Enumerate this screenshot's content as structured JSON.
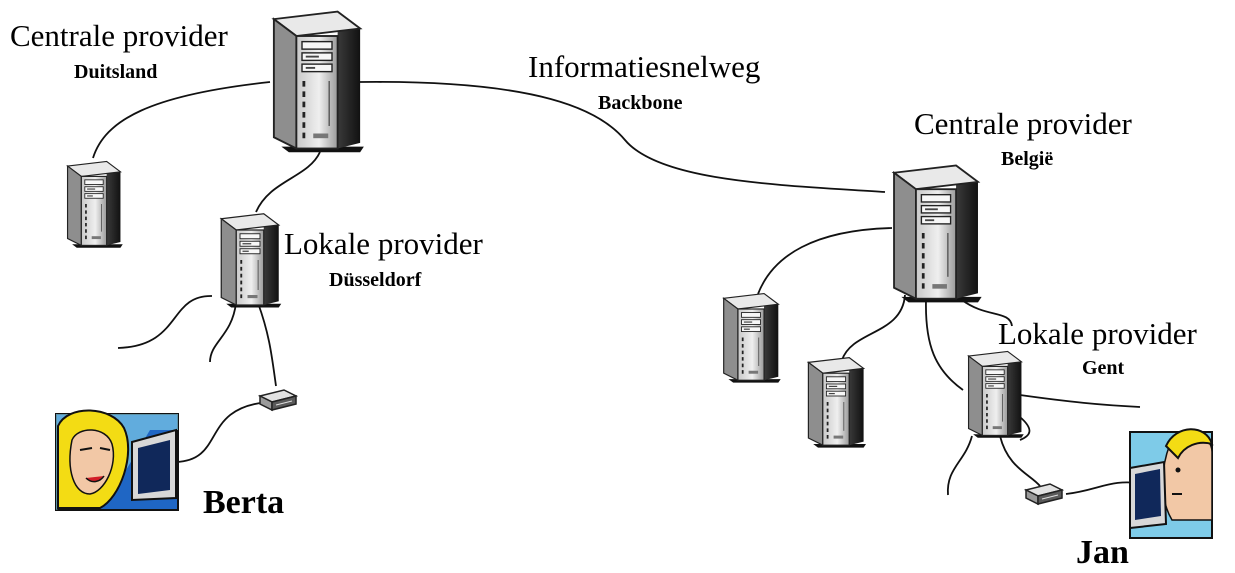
{
  "servers": {
    "duitsland": {
      "title": "Centrale provider",
      "subtitle": "Duitsland"
    },
    "belgie": {
      "title": "Centrale provider",
      "subtitle": "België"
    },
    "dusseldorf": {
      "title": "Lokale provider",
      "subtitle": "Düsseldorf"
    },
    "gent": {
      "title": "Lokale provider",
      "subtitle": "Gent"
    }
  },
  "backbone": {
    "title": "Informatiesnelweg",
    "subtitle": "Backbone"
  },
  "users": {
    "berta": {
      "name": "Berta"
    },
    "jan": {
      "name": "Jan"
    }
  }
}
